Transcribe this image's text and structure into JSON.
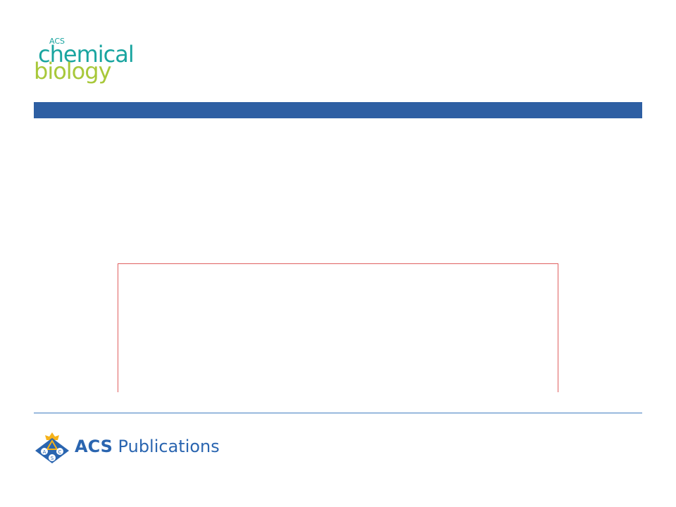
{
  "logo": {
    "small_text": "ACS",
    "line1": "chemical",
    "line2": "biology",
    "colors": {
      "teal": "#1aa5a0",
      "green": "#a8c83a"
    }
  },
  "header_bar": {
    "color": "#2e5fa3"
  },
  "figure": {
    "border_color": "#e06060"
  },
  "footer": {
    "publisher_prefix": "ACS",
    "publisher_suffix": " Publications",
    "emblem_letters": [
      "A",
      "C",
      "S"
    ],
    "colors": {
      "blue": "#2a65b0",
      "gold": "#f5b21b"
    }
  }
}
